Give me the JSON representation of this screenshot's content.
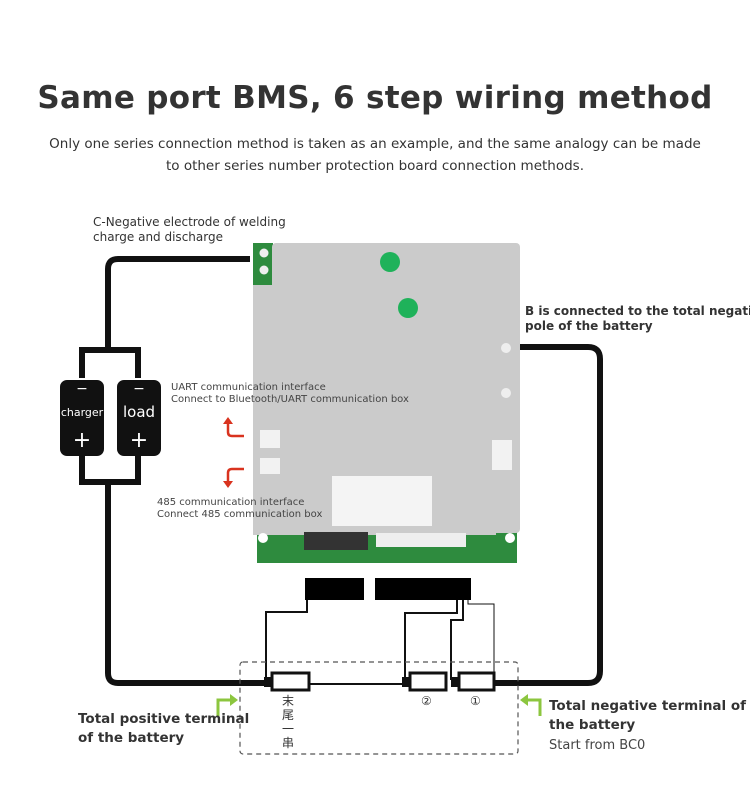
{
  "title": "Same port BMS, 6 step wiring method",
  "subtitle_line1": "Only one series connection method is taken as an example, and the same analogy can be made",
  "subtitle_line2": "to other series number protection board connection methods.",
  "labels": {
    "c_negative_1": "C-Negative electrode of welding",
    "c_negative_2": "charge and discharge",
    "b_negative_1": "B is connected to the total negative",
    "b_negative_2": "pole of the battery",
    "uart_1": "UART communication interface",
    "uart_2": "Connect to Bluetooth/UART communication box",
    "rs485_1": "485 communication interface",
    "rs485_2": "Connect 485 communication box",
    "charger": "charger",
    "load": "load",
    "minus": "−",
    "plus": "+",
    "total_positive_1": "Total positive terminal",
    "total_positive_2": "of the battery",
    "total_negative_1": "Total negative terminal of",
    "total_negative_2": "the battery",
    "start_from": "Start from BC0",
    "cell_last": "末尾一串",
    "cell_2": "②",
    "cell_1": "①"
  },
  "colors": {
    "wire": "#111111",
    "arrow_red": "#d9331f",
    "arrow_green": "#8cc63f",
    "board": "#c9c9c9",
    "pcb": "#2e8b3e"
  }
}
